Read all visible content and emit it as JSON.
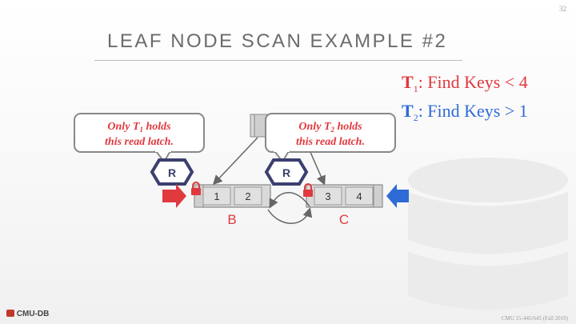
{
  "slide_number": "32",
  "title": "LEAF NODE SCAN EXAMPLE #2",
  "transactions": [
    {
      "name": "T",
      "sub": "1",
      "desc": ": Find Keys < 4",
      "color": "#e0393e"
    },
    {
      "name": "T",
      "sub": "2",
      "desc": ": Find Keys > 1",
      "color": "#2e6bd6"
    }
  ],
  "callouts": [
    {
      "line1_pre": "Only T",
      "sub": "1",
      "line1_post": " holds",
      "line2": "this read latch."
    },
    {
      "line1_pre": "Only T",
      "sub": "2",
      "line1_post": " holds",
      "line2": "this read latch."
    }
  ],
  "latch_labels": [
    "R",
    "R"
  ],
  "nodes": [
    {
      "name": "B",
      "keys": [
        "1",
        "2"
      ]
    },
    {
      "name": "C",
      "keys": [
        "3",
        "4"
      ]
    }
  ],
  "colors": {
    "red": "#e0393e",
    "blue": "#2e6bd6",
    "latch": "#3b3f6e"
  },
  "footer": {
    "logo": "CMU-DB",
    "course": "CMU 15-445/645 (Fall 2019)"
  }
}
